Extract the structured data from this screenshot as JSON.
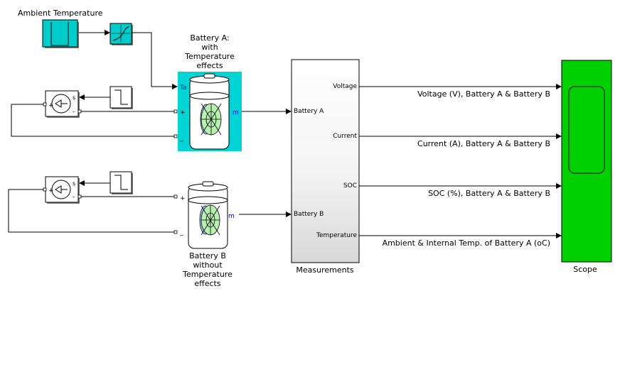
{
  "ambient": {
    "title": "Ambient Temperature"
  },
  "batteryA": {
    "caption": [
      "Battery A:",
      "with",
      "Temperature",
      "effects"
    ],
    "port_ta": "Ta",
    "port_m": "m",
    "port_plus": "+",
    "port_minus": "_"
  },
  "batteryB": {
    "caption": [
      "Battery B",
      "without",
      "Temperature",
      "effects"
    ],
    "port_m": "m",
    "port_plus": "+",
    "port_minus": "_"
  },
  "source": {
    "port_s": "s",
    "port_plus": "+",
    "port_minus": "-"
  },
  "measurements": {
    "title": "Measurements",
    "inputs": [
      "Battery A",
      "Battery B"
    ],
    "outputs": [
      "Voltage",
      "Current",
      "SOC",
      "Temperature"
    ]
  },
  "signals": [
    "Voltage (V), Battery  A  & Battery  B",
    "Current (A), Battery  A & Battery B",
    "SOC (%), Battery  A & Battery  B",
    "Ambient & Internal Temp. of Battery A (oC)"
  ],
  "scope": {
    "title": "Scope"
  },
  "colors": {
    "cyan": "#00cccc",
    "cyan_bg": "#00d4d4",
    "scope_green": "#00d000",
    "port_blue": "#0000cc",
    "battery_green": "#b8f0b0",
    "battery_blue": "#9ec8ff"
  }
}
